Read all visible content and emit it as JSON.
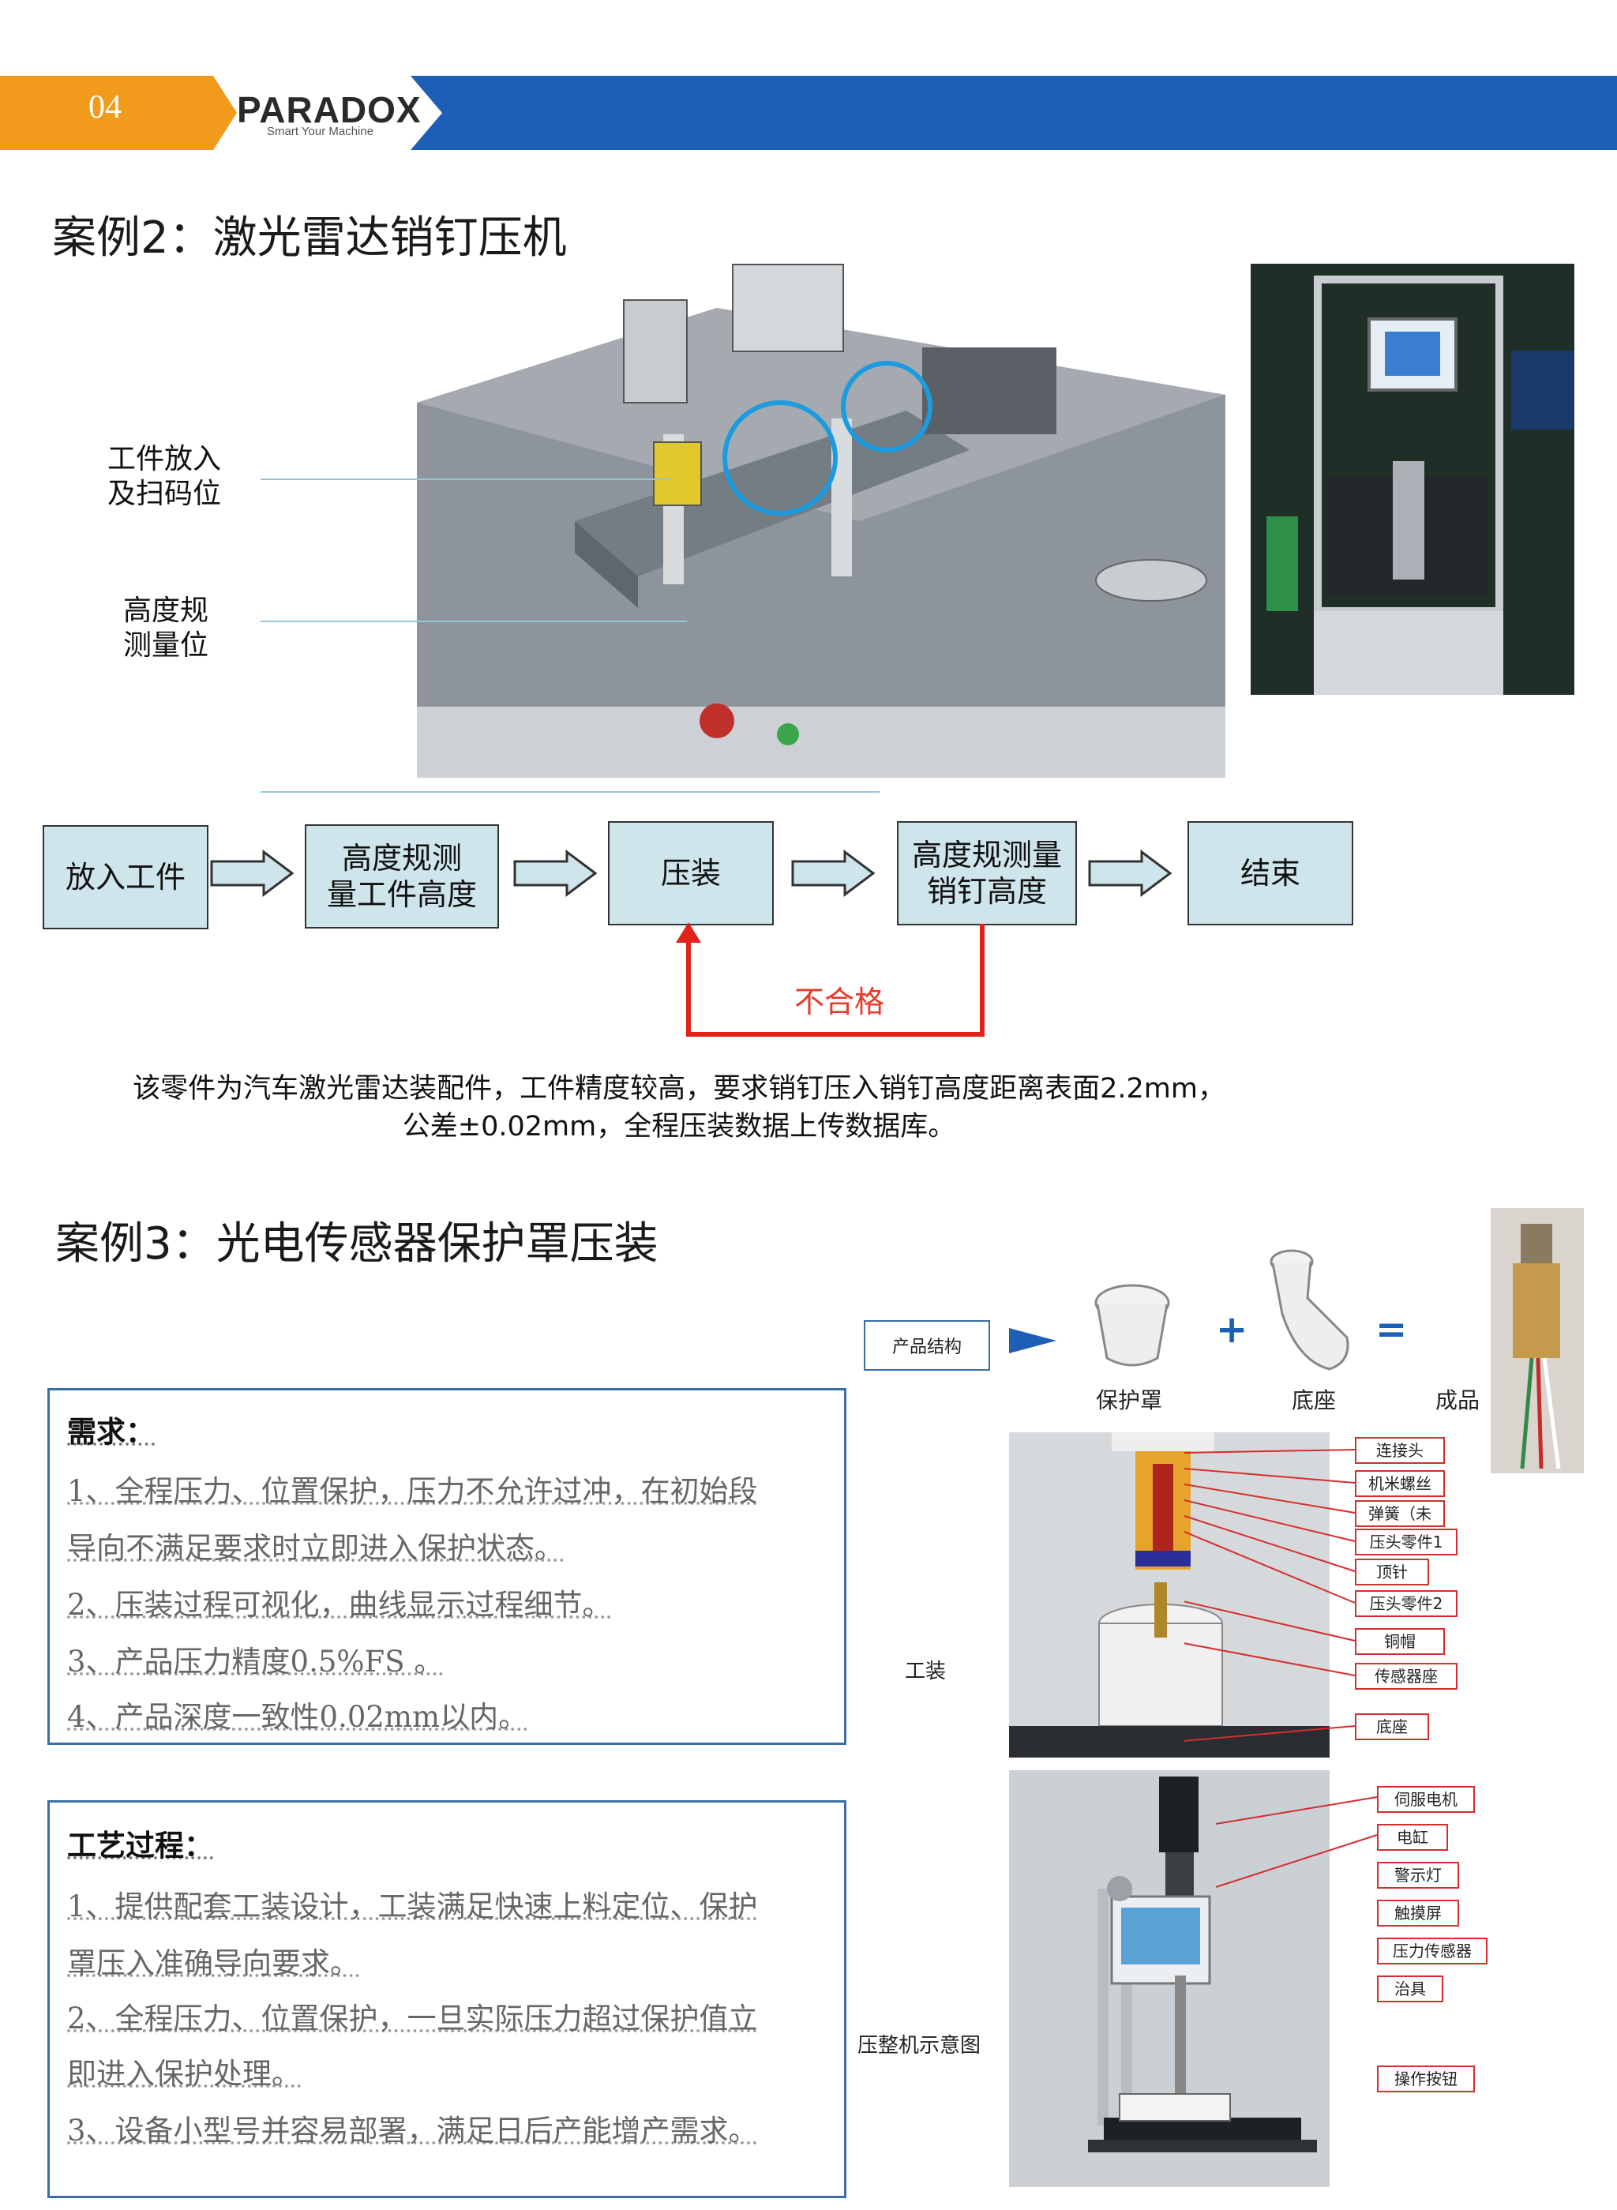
{
  "header": {
    "page_number": "04",
    "brand": "PARADOX",
    "tagline": "Smart Your Machine"
  },
  "case2": {
    "title": "案例2：激光雷达销钉压机",
    "label_load": "工件放入\n及扫码位",
    "label_measure": "高度规\n测量位",
    "flow": [
      "放入工件",
      "高度规测\n量工件高度",
      "压装",
      "高度规测量\n销钉高度",
      "结束"
    ],
    "reject_label": "不合格",
    "description_line1": "该零件为汽车激光雷达装配件，工件精度较高，要求销钉压入销钉高度距离表面2.2mm，",
    "description_line2": "公差±0.02mm，全程压装数据上传数据库。"
  },
  "case3": {
    "title": "案例3：光电传感器保护罩压装",
    "requirements": {
      "title": "需求：",
      "lines": [
        "1、全程压力、位置保护，压力不允许过冲，在初始段",
        "导向不满足要求时立即进入保护状态。",
        "2、压装过程可视化，曲线显示过程细节。",
        "3、产品压力精度0.5%FS 。",
        "4、产品深度一致性0.02mm以内。"
      ]
    },
    "process": {
      "title": "工艺过程：",
      "lines": [
        "1、提供配套工装设计，工装满足快速上料定位、保护",
        "罩压入准确导向要求。",
        "2、全程压力、位置保护，一旦实际压力超过保护值立",
        "即进入保护处理。",
        "3、设备小型号并容易部署，满足日后产能增产需求。"
      ]
    },
    "product_structure_button": "产品结构",
    "plus": "+",
    "equals": "=",
    "part_cover": "保护罩",
    "part_base": "底座",
    "part_finished": "成品",
    "fixture_label": "工装",
    "press_label": "压整机示意图",
    "fixture_tags": [
      "连接头",
      "机米螺丝",
      "弹簧（未",
      "压头零件1",
      "顶针",
      "压头零件2",
      "铜帽",
      "传感器座",
      "底座"
    ],
    "press_tags": [
      "伺服电机",
      "电缸",
      "警示灯",
      "触摸屏",
      "压力传感器",
      "治具",
      "操作按钮"
    ]
  },
  "colors": {
    "blue_band": "#1d5fb5",
    "orange_tab": "#f29a1c",
    "flow_box": "#cfe5ec",
    "reject_red": "#e83a2b",
    "frame_blue": "#3a6ea5"
  },
  "icons": [
    "right-outline-arrow-icon",
    "play-arrow-icon"
  ]
}
